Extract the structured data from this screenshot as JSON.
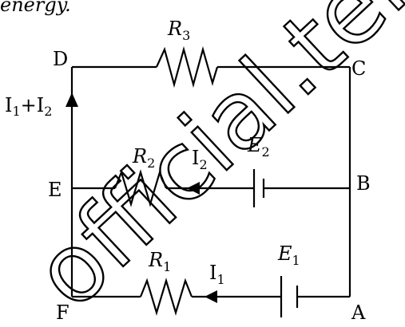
{
  "diagram": {
    "header_fragment": "energy.",
    "nodes": {
      "A": "A",
      "B": "B",
      "C": "C",
      "D": "D",
      "E": "E",
      "F": "F"
    },
    "resistors": {
      "r3": {
        "symbol": "R",
        "sub": "3"
      },
      "r2": {
        "symbol": "R",
        "sub": "2"
      },
      "r1": {
        "symbol": "R",
        "sub": "1"
      }
    },
    "cells": {
      "e2": {
        "symbol": "E",
        "sub": "2"
      },
      "e1": {
        "symbol": "E",
        "sub": "1"
      }
    },
    "currents": {
      "i_total": {
        "a": "I",
        "a_sub": "1",
        "plus": "+",
        "b": "I",
        "b_sub": "2"
      },
      "i2": {
        "symbol": "I",
        "sub": "2"
      },
      "i1": {
        "symbol": "I",
        "sub": "1"
      }
    },
    "watermark": "official.teleg"
  }
}
